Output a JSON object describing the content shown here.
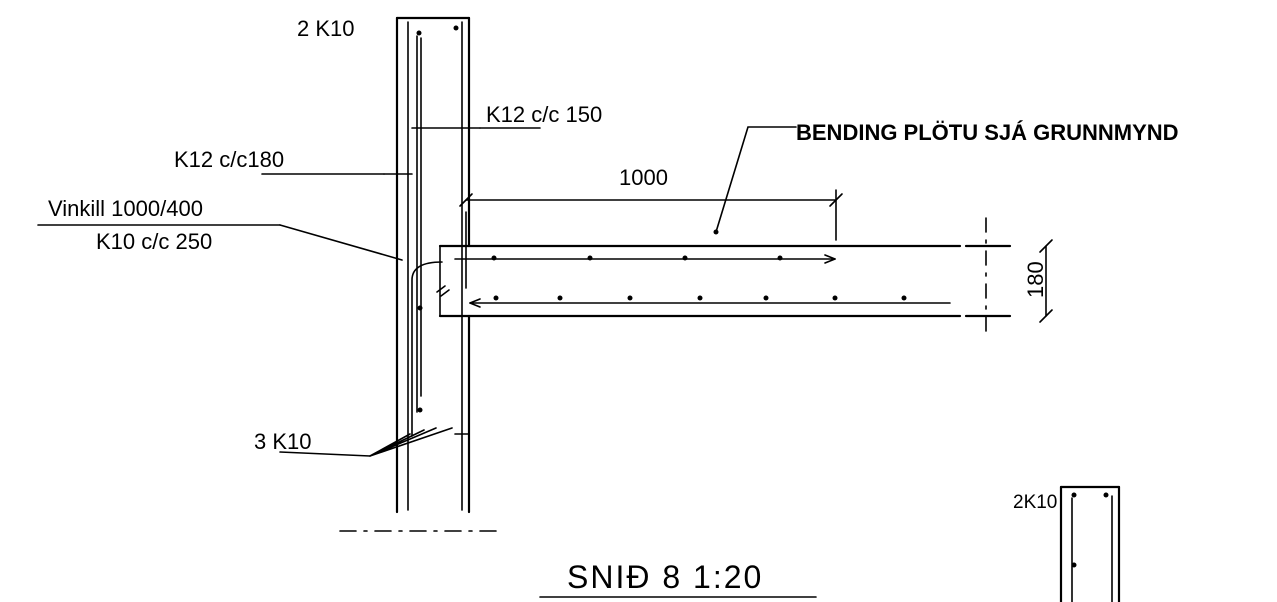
{
  "labels": {
    "top_bars": "2 K10",
    "stirrups": "K12 c/c 150",
    "slab_note": "BENDING PLÖTU SJÁ GRUNNMYND",
    "wall_bars": "K12 c/c180",
    "dim_length": "1000",
    "angle_bar": "Vinkill 1000/400",
    "angle_spacing": "K10 c/c 250",
    "dim_thickness": "180",
    "bottom_bars": "3 K10",
    "side_bars": "2K10",
    "section_title": "SNIÐ 8 1:20"
  }
}
